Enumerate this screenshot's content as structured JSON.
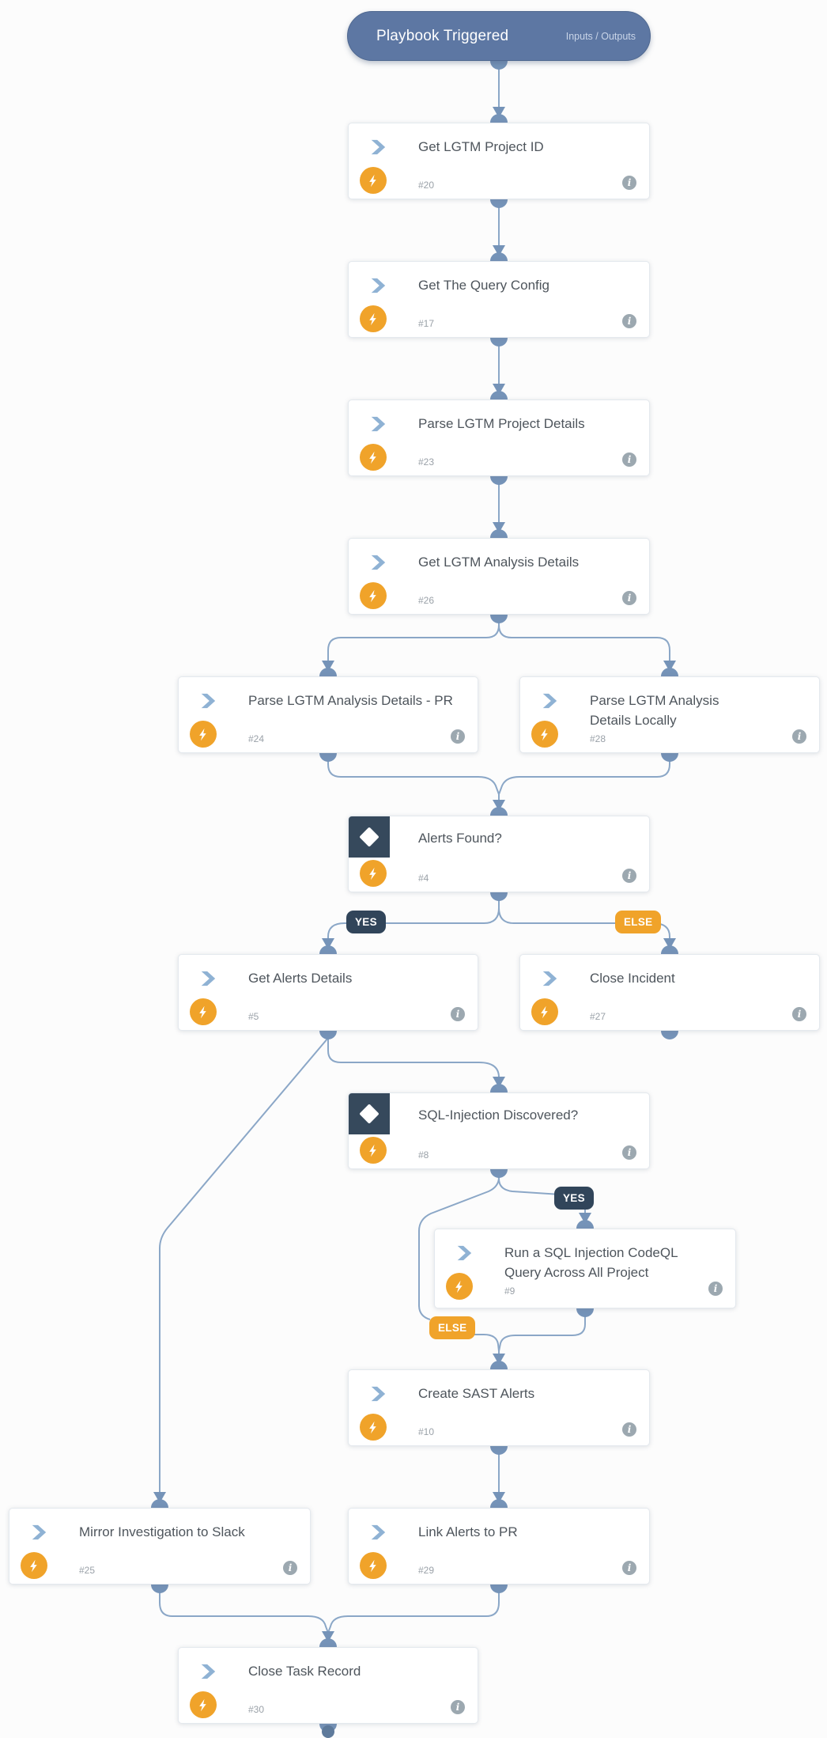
{
  "header": {
    "title": "Playbook Triggered",
    "io_label": "Inputs / Outputs"
  },
  "icons": {
    "info": "i"
  },
  "badges": {
    "alerts_yes": "YES",
    "alerts_else": "ELSE",
    "sql_yes": "YES",
    "sql_else": "ELSE"
  },
  "colors": {
    "header_blue": "#5d77a3",
    "condition_navy": "#36495c",
    "badge_navy": "#31455a",
    "accent_orange": "#f0a32a",
    "line_blue": "#8ba7c7",
    "connector_fill": "#7593b8",
    "icon_blue": "#8fb2d4"
  },
  "nodes": [
    {
      "title": "Get LGTM Project ID",
      "id": "#20"
    },
    {
      "title": "Get The Query Config",
      "id": "#17"
    },
    {
      "title": "Parse LGTM Project Details",
      "id": "#23"
    },
    {
      "title": "Get LGTM Analysis Details",
      "id": "#26"
    },
    {
      "title": "Parse LGTM Analysis Details - PR",
      "id": "#24"
    },
    {
      "title": "Parse LGTM Analysis Details Locally",
      "id": "#28"
    },
    {
      "title": "Alerts Found?",
      "id": "#4"
    },
    {
      "title": "Get Alerts Details",
      "id": "#5"
    },
    {
      "title": "Close Incident",
      "id": "#27"
    },
    {
      "title": "SQL-Injection Discovered?",
      "id": "#8"
    },
    {
      "title": "Run a SQL Injection CodeQL Query Across All Project",
      "id": "#9"
    },
    {
      "title": "Create SAST Alerts",
      "id": "#10"
    },
    {
      "title": "Mirror Investigation to Slack",
      "id": "#25"
    },
    {
      "title": "Link Alerts to PR",
      "id": "#29"
    },
    {
      "title": "Close Task Record",
      "id": "#30"
    }
  ]
}
